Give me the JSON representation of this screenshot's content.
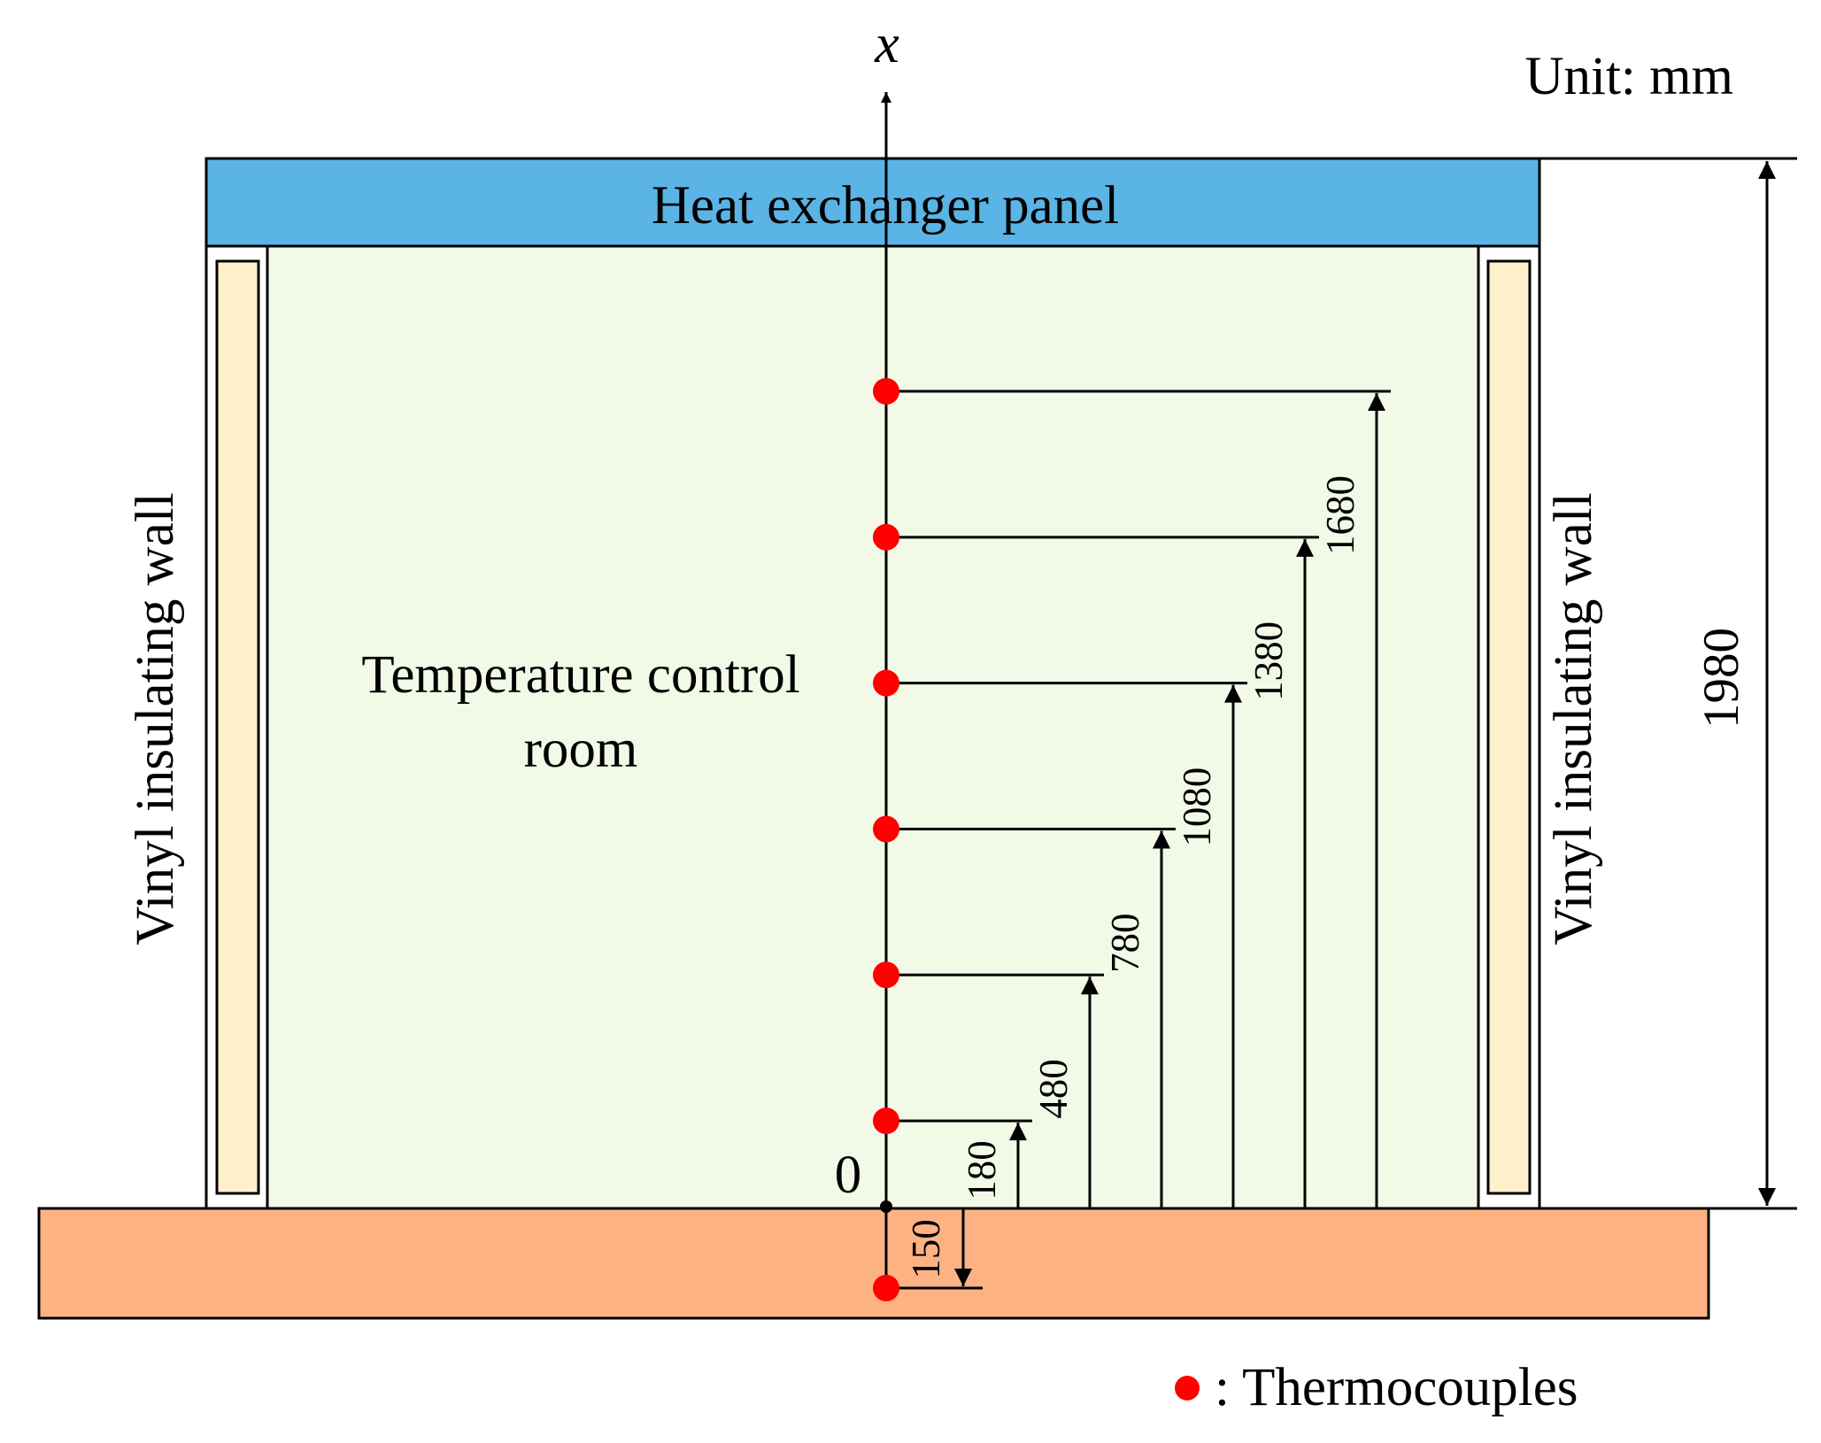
{
  "axis_label": "x",
  "origin_label": "0",
  "unit_label": "Unit: mm",
  "panel_label": "Heat exchanger panel",
  "room_label": {
    "line1": "Temperature control",
    "line2": "room"
  },
  "wall_label_left": "Vinyl insulating wall",
  "wall_label_right": "Vinyl insulating wall",
  "total_height": "1980",
  "thermocouple_heights": [
    "180",
    "480",
    "780",
    "1080",
    "1380",
    "1680"
  ],
  "ground_depth": "150",
  "legend_label": ": Thermocouples",
  "colors": {
    "panel": "#5AB4E5",
    "room": "#F2F9E7",
    "ground": "#FDB283",
    "wall_inner": "#FEF1CC",
    "thermocouple": "#FF0000",
    "line": "#000000"
  }
}
